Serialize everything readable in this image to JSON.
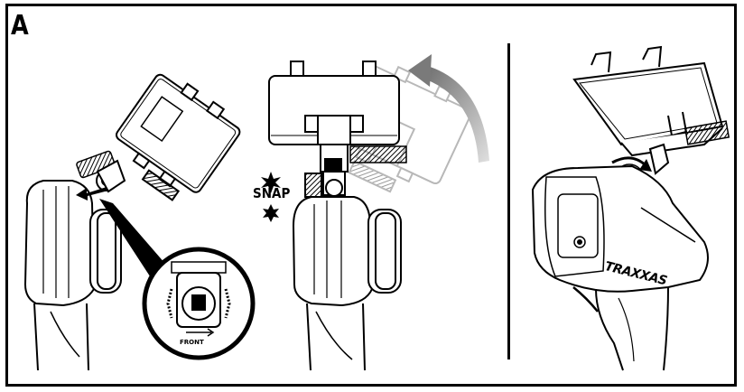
{
  "figure": {
    "panel_label": "A",
    "snap_text": "SNAP",
    "front_text": "FRONT",
    "brand_text": "TRAXXAS"
  },
  "colors": {
    "ink": "#000000",
    "faded": "#b8b8b8",
    "arrow_gray": "#8a8a8a",
    "background": "#ffffff"
  },
  "icons": [
    "snap-burst-icon",
    "rotate-arrow-icon",
    "direction-arrow-icon",
    "knob-rotate-icon"
  ]
}
